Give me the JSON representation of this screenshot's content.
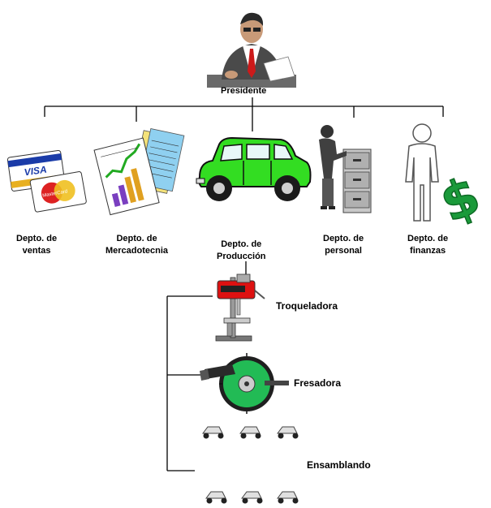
{
  "president": {
    "label": "Presidente"
  },
  "departments": [
    {
      "id": "ventas",
      "line1": "Depto. de",
      "line2": "ventas",
      "card_text": "VISA",
      "card2_text": "MasterCard"
    },
    {
      "id": "mercadotecnia",
      "line1": "Depto. de",
      "line2": "Mercadotecnia"
    },
    {
      "id": "produccion",
      "line1": "Depto. de",
      "line2": "Producción"
    },
    {
      "id": "personal",
      "line1": "Depto. de",
      "line2": "personal"
    },
    {
      "id": "finanzas",
      "line1": "Depto. de",
      "line2": "finanzas"
    }
  ],
  "production_processes": [
    {
      "label": "Troqueladora"
    },
    {
      "label": "Fresadora"
    },
    {
      "label": "Ensamblando"
    }
  ],
  "colors": {
    "line": "#000000",
    "car": "#33dd22",
    "saw": "#22bb55",
    "drill_red": "#dd1111",
    "visa_blue": "#1a3ba8",
    "visa_gold": "#e8b020",
    "mastercard_red": "#dd2222",
    "mastercard_yellow": "#f0c020",
    "money_green": "#1a9a3a"
  }
}
